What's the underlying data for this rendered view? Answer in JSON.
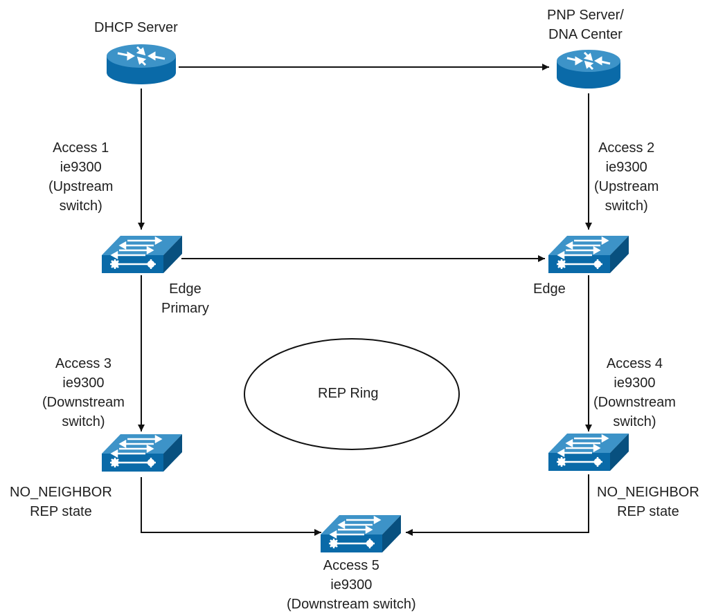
{
  "nodes": {
    "dhcp_server": {
      "label_lines": [
        "DHCP Server"
      ],
      "icon": "router-icon"
    },
    "pnp_server": {
      "label_lines": [
        "PNP Server/",
        "DNA Center"
      ],
      "icon": "router-icon"
    },
    "access1": {
      "label_lines": [
        "Access 1",
        "ie9300",
        "(Upstream",
        "switch)"
      ],
      "role_lines": [
        "Edge",
        "Primary"
      ],
      "icon": "switch-icon"
    },
    "access2": {
      "label_lines": [
        "Access 2",
        "ie9300",
        "(Upstream",
        "switch)"
      ],
      "role_lines": [
        "Edge"
      ],
      "icon": "switch-icon"
    },
    "access3": {
      "label_lines": [
        "Access 3",
        "ie9300",
        "(Downstream",
        "switch)"
      ],
      "state_lines": [
        "NO_NEIGHBOR",
        "REP state"
      ],
      "icon": "switch-icon"
    },
    "access4": {
      "label_lines": [
        "Access 4",
        "ie9300",
        "(Downstream",
        "switch)"
      ],
      "state_lines": [
        "NO_NEIGHBOR",
        "REP state"
      ],
      "icon": "switch-icon"
    },
    "access5": {
      "label_lines": [
        "Access 5",
        "ie9300",
        "(Downstream switch)"
      ],
      "icon": "switch-icon"
    }
  },
  "ring": {
    "label": "REP Ring"
  },
  "colors": {
    "device_top": "#3d93c8",
    "device_side": "#0a6aa8",
    "device_dark": "#08507f",
    "line": "#111111"
  }
}
